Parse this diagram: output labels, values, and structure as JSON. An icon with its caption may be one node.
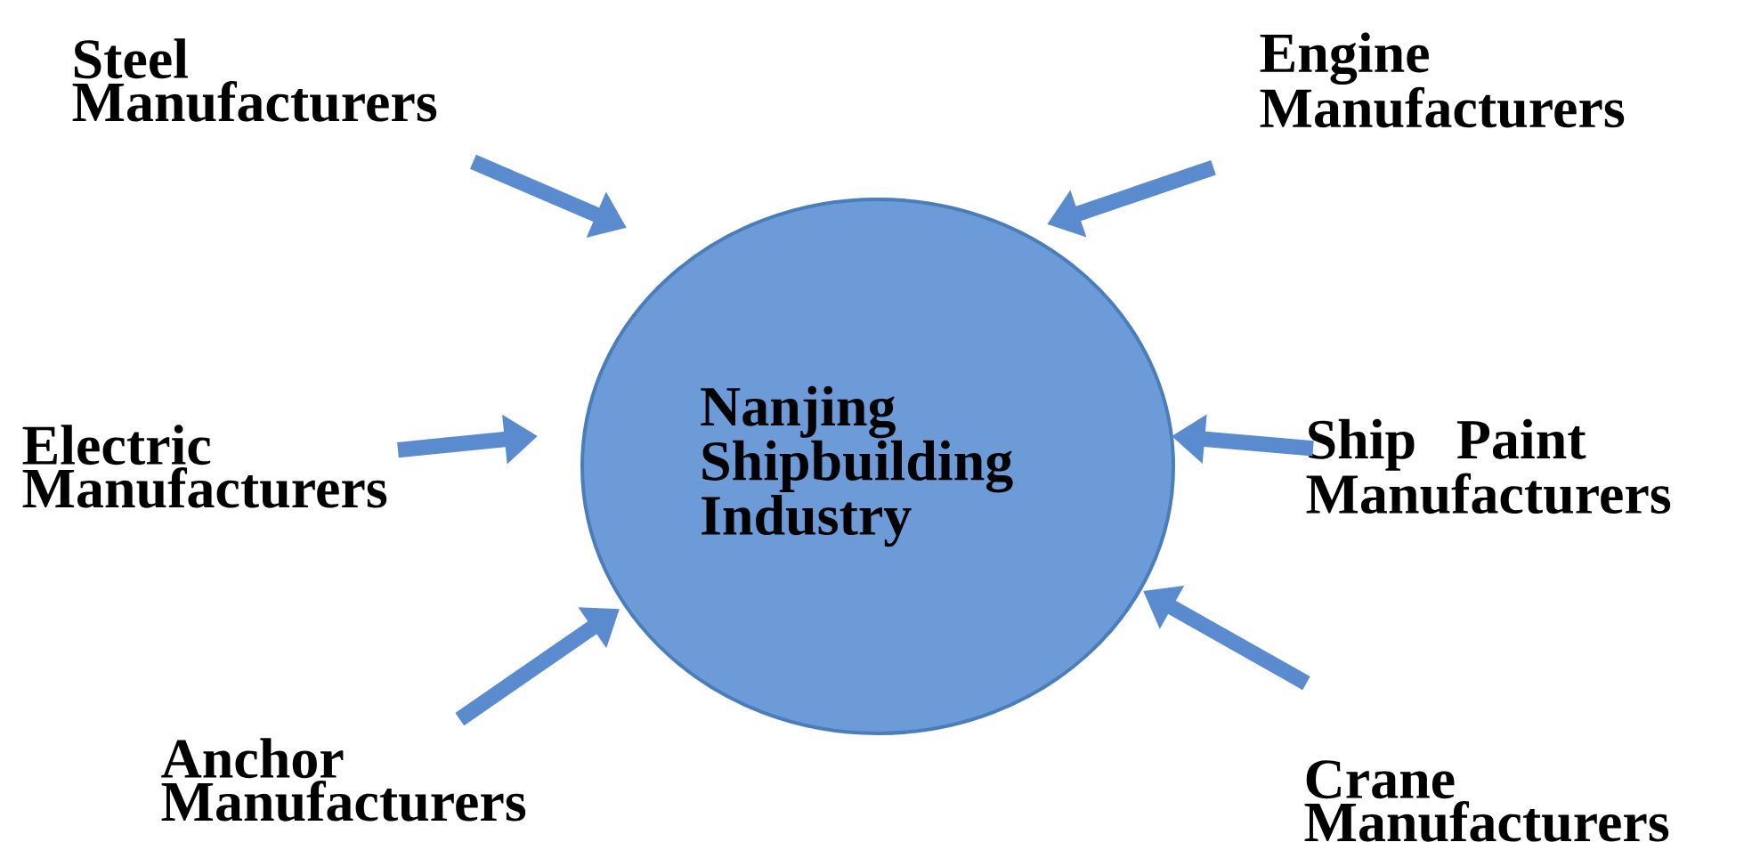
{
  "diagram": {
    "nodes": [
      {
        "text": [
          "Steel Manufacturers"
        ]
      },
      {
        "text": [
          "Engine Manufacturers"
        ]
      },
      {
        "text": [
          "Electric Manufacturers"
        ]
      },
      {
        "text": [
          "Nanjing Shipbuilding Industry"
        ]
      },
      {
        "text": [
          "Ship Paint Manufacturers"
        ]
      },
      {
        "text": [
          "Anchor Manufacturers"
        ]
      },
      {
        "text": [
          "Crane Manufacturers"
        ]
      }
    ],
    "edges": [
      {
        "from": 0,
        "to": 3,
        "arrow": "to"
      },
      {
        "from": 1,
        "to": 3,
        "arrow": "to"
      },
      {
        "from": 2,
        "to": 3,
        "arrow": "to"
      },
      {
        "from": 4,
        "to": 3,
        "arrow": "to"
      },
      {
        "from": 5,
        "to": 3,
        "arrow": "to"
      },
      {
        "from": 6,
        "to": 3,
        "arrow": "to"
      }
    ]
  }
}
